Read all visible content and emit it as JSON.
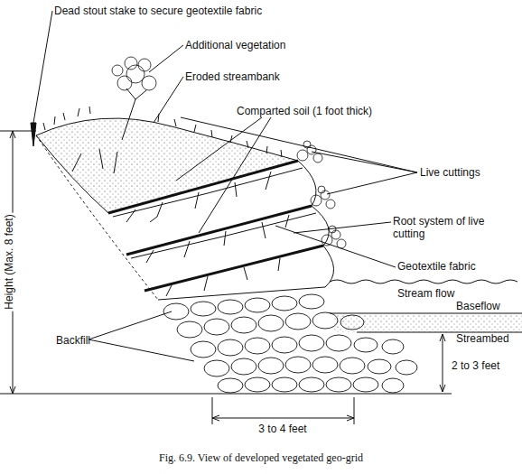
{
  "diagram": {
    "caption": "Fig. 6.9. View of developed vegetated geo-grid",
    "labels": [
      "Dead stout stake to secure geotextile fabric",
      "Additional vegetation",
      "Eroded streambank",
      "Comparted soil (1 foot thick)",
      "Live cuttings",
      "Root system of live cutting",
      "Geotextile fabric",
      "Stream flow",
      "Baseflow",
      "Streambed",
      "Backfill",
      "Height (Max. 8 feet)",
      "2 to 3 feet",
      "3 to 4 feet"
    ]
  }
}
